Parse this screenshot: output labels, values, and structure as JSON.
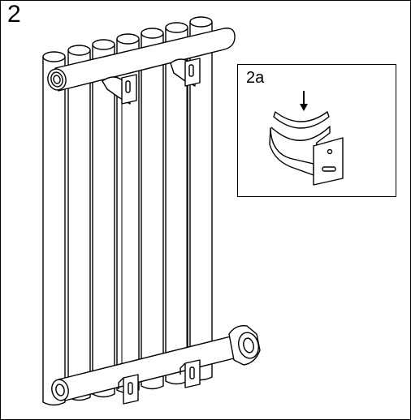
{
  "step": {
    "number": "2",
    "detail_label": "2a"
  },
  "icons": {
    "main_illustration": "radiator-bracket-installation",
    "detail_illustration": "bracket-insert-detail",
    "arrow": "down-arrow-icon"
  }
}
